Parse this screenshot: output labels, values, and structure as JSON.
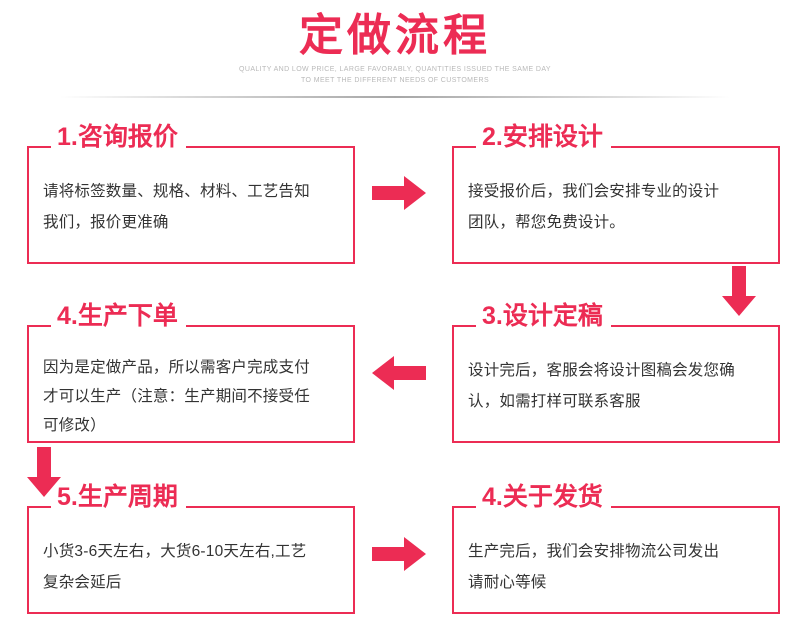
{
  "header": {
    "title": "定做流程",
    "subtitle_line1": "QUALITY AND LOW PRICE, LARGE FAVORABLY, QUANTITIES ISSUED THE SAME DAY",
    "subtitle_line2": "TO MEET THE DIFFERENT NEEDS OF CUSTOMERS"
  },
  "colors": {
    "accent": "#ec2c54",
    "body_text": "#333333",
    "subtitle": "#b9b9b9",
    "background": "#ffffff"
  },
  "steps": [
    {
      "id": "box-1",
      "title": "1.咨询报价",
      "lines": [
        "请将标签数量、规格、材料、工艺告知",
        "我们，报价更准确"
      ]
    },
    {
      "id": "box-2",
      "title": "2.安排设计",
      "lines": [
        "接受报价后，我们会安排专业的设计",
        "团队，帮您免费设计。"
      ]
    },
    {
      "id": "box-3",
      "title": "3.设计定稿",
      "lines": [
        "设计完后，客服会将设计图稿会发您确",
        "认，如需打样可联系客服"
      ]
    },
    {
      "id": "box-4",
      "title": "4.生产下单",
      "lines": [
        "因为是定做产品，所以需客户完成支付",
        "才可以生产（注意：生产期间不接受任",
        "可修改）"
      ]
    },
    {
      "id": "box-5",
      "title": "5.生产周期",
      "lines": [
        "小货3-6天左右，大货6-10天左右,工艺",
        "复杂会延后"
      ]
    },
    {
      "id": "box-6",
      "title": "4.关于发货",
      "lines": [
        "生产完后，我们会安排物流公司发出",
        "请耐心等候"
      ]
    }
  ],
  "arrows": [
    {
      "id": "arrow-r1",
      "direction": "right",
      "icon": "arrow-right-icon"
    },
    {
      "id": "arrow-down-right",
      "direction": "down",
      "icon": "arrow-down-icon"
    },
    {
      "id": "arrow-l1",
      "direction": "left",
      "icon": "arrow-left-icon"
    },
    {
      "id": "arrow-down-left",
      "direction": "down",
      "icon": "arrow-down-icon"
    },
    {
      "id": "arrow-r2",
      "direction": "right",
      "icon": "arrow-right-icon"
    }
  ]
}
